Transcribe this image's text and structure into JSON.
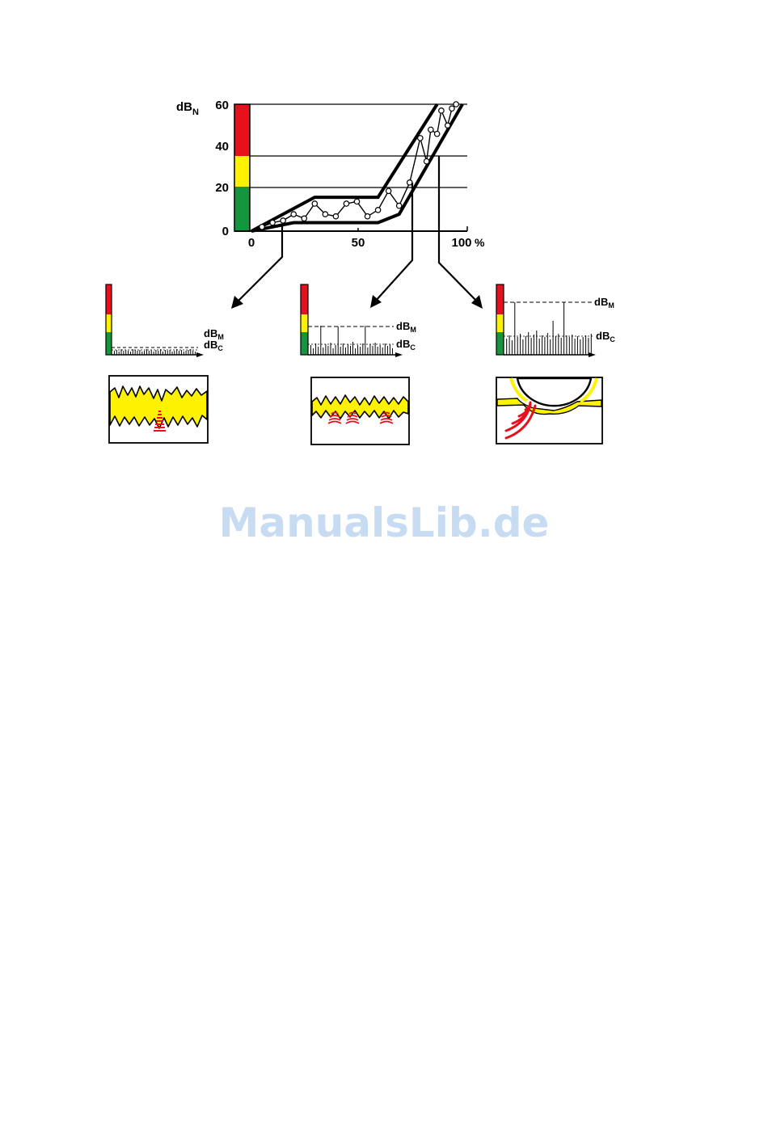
{
  "colors": {
    "red": "#e8101c",
    "yellow": "#fff200",
    "green": "#14953e",
    "ink": "#000000",
    "watermark": "#c7dcf2"
  },
  "main_chart": {
    "y_label_main": "dB",
    "y_label_sub": "N",
    "y_ticks": [
      "0",
      "20",
      "40",
      "60"
    ],
    "x_ticks": [
      "0",
      "50",
      "100"
    ],
    "x_unit": "%",
    "measurements": [
      [
        5,
        2
      ],
      [
        10,
        4
      ],
      [
        15,
        5
      ],
      [
        20,
        8
      ],
      [
        25,
        6
      ],
      [
        30,
        13
      ],
      [
        35,
        8
      ],
      [
        40,
        7
      ],
      [
        45,
        13
      ],
      [
        50,
        14
      ],
      [
        55,
        7
      ],
      [
        60,
        10
      ],
      [
        65,
        19
      ],
      [
        70,
        12
      ],
      [
        75,
        23
      ],
      [
        80,
        44
      ],
      [
        83,
        33
      ],
      [
        85,
        48
      ],
      [
        88,
        46
      ],
      [
        90,
        57
      ],
      [
        93,
        50
      ],
      [
        95,
        58
      ],
      [
        97,
        60
      ]
    ],
    "upper_band": [
      [
        0,
        0
      ],
      [
        30,
        16
      ],
      [
        60,
        16
      ],
      [
        88,
        60
      ]
    ],
    "lower_band": [
      [
        0,
        0
      ],
      [
        20,
        4
      ],
      [
        60,
        4
      ],
      [
        70,
        8
      ],
      [
        100,
        60
      ]
    ],
    "zones": {
      "green_max": 20,
      "yellow_max": 35,
      "red_max": 60
    }
  },
  "spectra": [
    {
      "id": "left",
      "dbm_main": "dB",
      "dbm_sub": "M",
      "dbc_main": "dB",
      "dbc_sub": "C"
    },
    {
      "id": "middle",
      "dbm_main": "dB",
      "dbm_sub": "M",
      "dbc_main": "dB",
      "dbc_sub": "C"
    },
    {
      "id": "right",
      "dbm_main": "dB",
      "dbm_sub": "M",
      "dbc_main": "dB",
      "dbc_sub": "C"
    }
  ],
  "watermark": "ManualsLib.de"
}
